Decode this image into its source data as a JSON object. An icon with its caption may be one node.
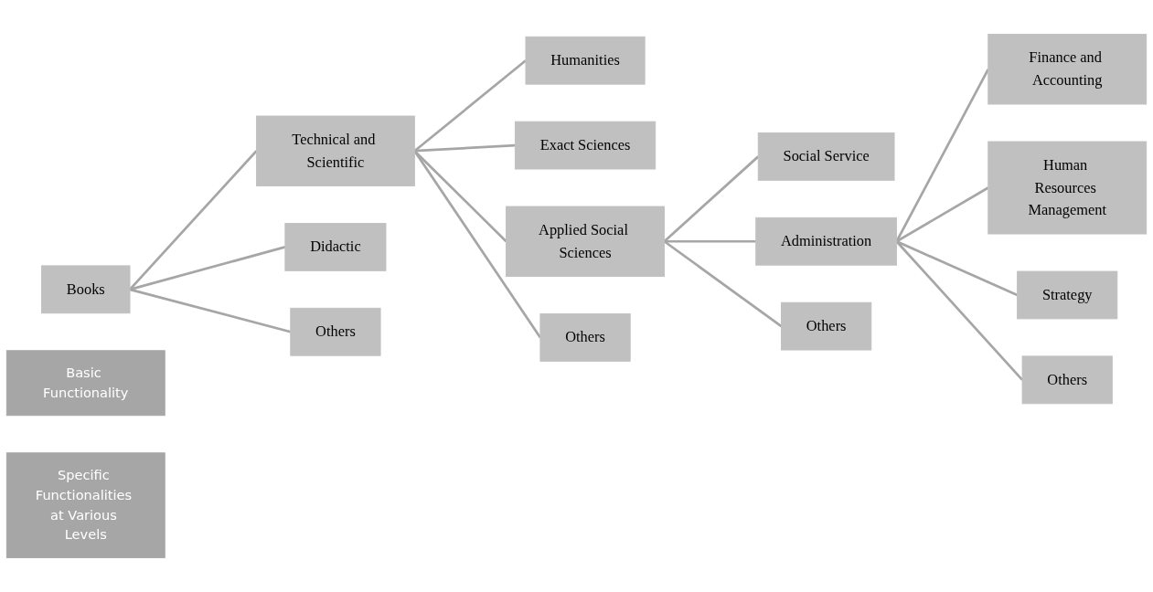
{
  "diagram": {
    "nodes": [
      {
        "text": [
          "Books"
        ]
      },
      {
        "text": [
          "Technical and Scientific"
        ]
      },
      {
        "text": [
          "Didactic"
        ]
      },
      {
        "text": [
          "Others"
        ]
      },
      {
        "text": [
          "Humanities"
        ]
      },
      {
        "text": [
          "Exact Sciences"
        ]
      },
      {
        "text": [
          "Applied Social Sciences"
        ]
      },
      {
        "text": [
          "Others"
        ]
      },
      {
        "text": [
          "Social Service"
        ]
      },
      {
        "text": [
          "Administration"
        ]
      },
      {
        "text": [
          "Others"
        ]
      },
      {
        "text": [
          "Finance and Accounting"
        ]
      },
      {
        "text": [
          "Human Resources Management"
        ]
      },
      {
        "text": [
          "Strategy"
        ]
      },
      {
        "text": [
          "Others"
        ]
      },
      {
        "text": [
          "Basic Functionality"
        ]
      },
      {
        "text": [
          "Specific Functionalities at Various Levels"
        ]
      }
    ],
    "edges": [
      {
        "from": 0,
        "to": 1,
        "arrow": "none"
      },
      {
        "from": 0,
        "to": 2,
        "arrow": "none"
      },
      {
        "from": 0,
        "to": 3,
        "arrow": "none"
      },
      {
        "from": 1,
        "to": 4,
        "arrow": "none"
      },
      {
        "from": 1,
        "to": 5,
        "arrow": "none"
      },
      {
        "from": 1,
        "to": 6,
        "arrow": "none"
      },
      {
        "from": 1,
        "to": 7,
        "arrow": "none"
      },
      {
        "from": 6,
        "to": 8,
        "arrow": "none"
      },
      {
        "from": 6,
        "to": 9,
        "arrow": "none"
      },
      {
        "from": 6,
        "to": 10,
        "arrow": "none"
      },
      {
        "from": 9,
        "to": 11,
        "arrow": "none"
      },
      {
        "from": 9,
        "to": 12,
        "arrow": "none"
      },
      {
        "from": 9,
        "to": 13,
        "arrow": "none"
      },
      {
        "from": 9,
        "to": 14,
        "arrow": "none"
      }
    ]
  }
}
